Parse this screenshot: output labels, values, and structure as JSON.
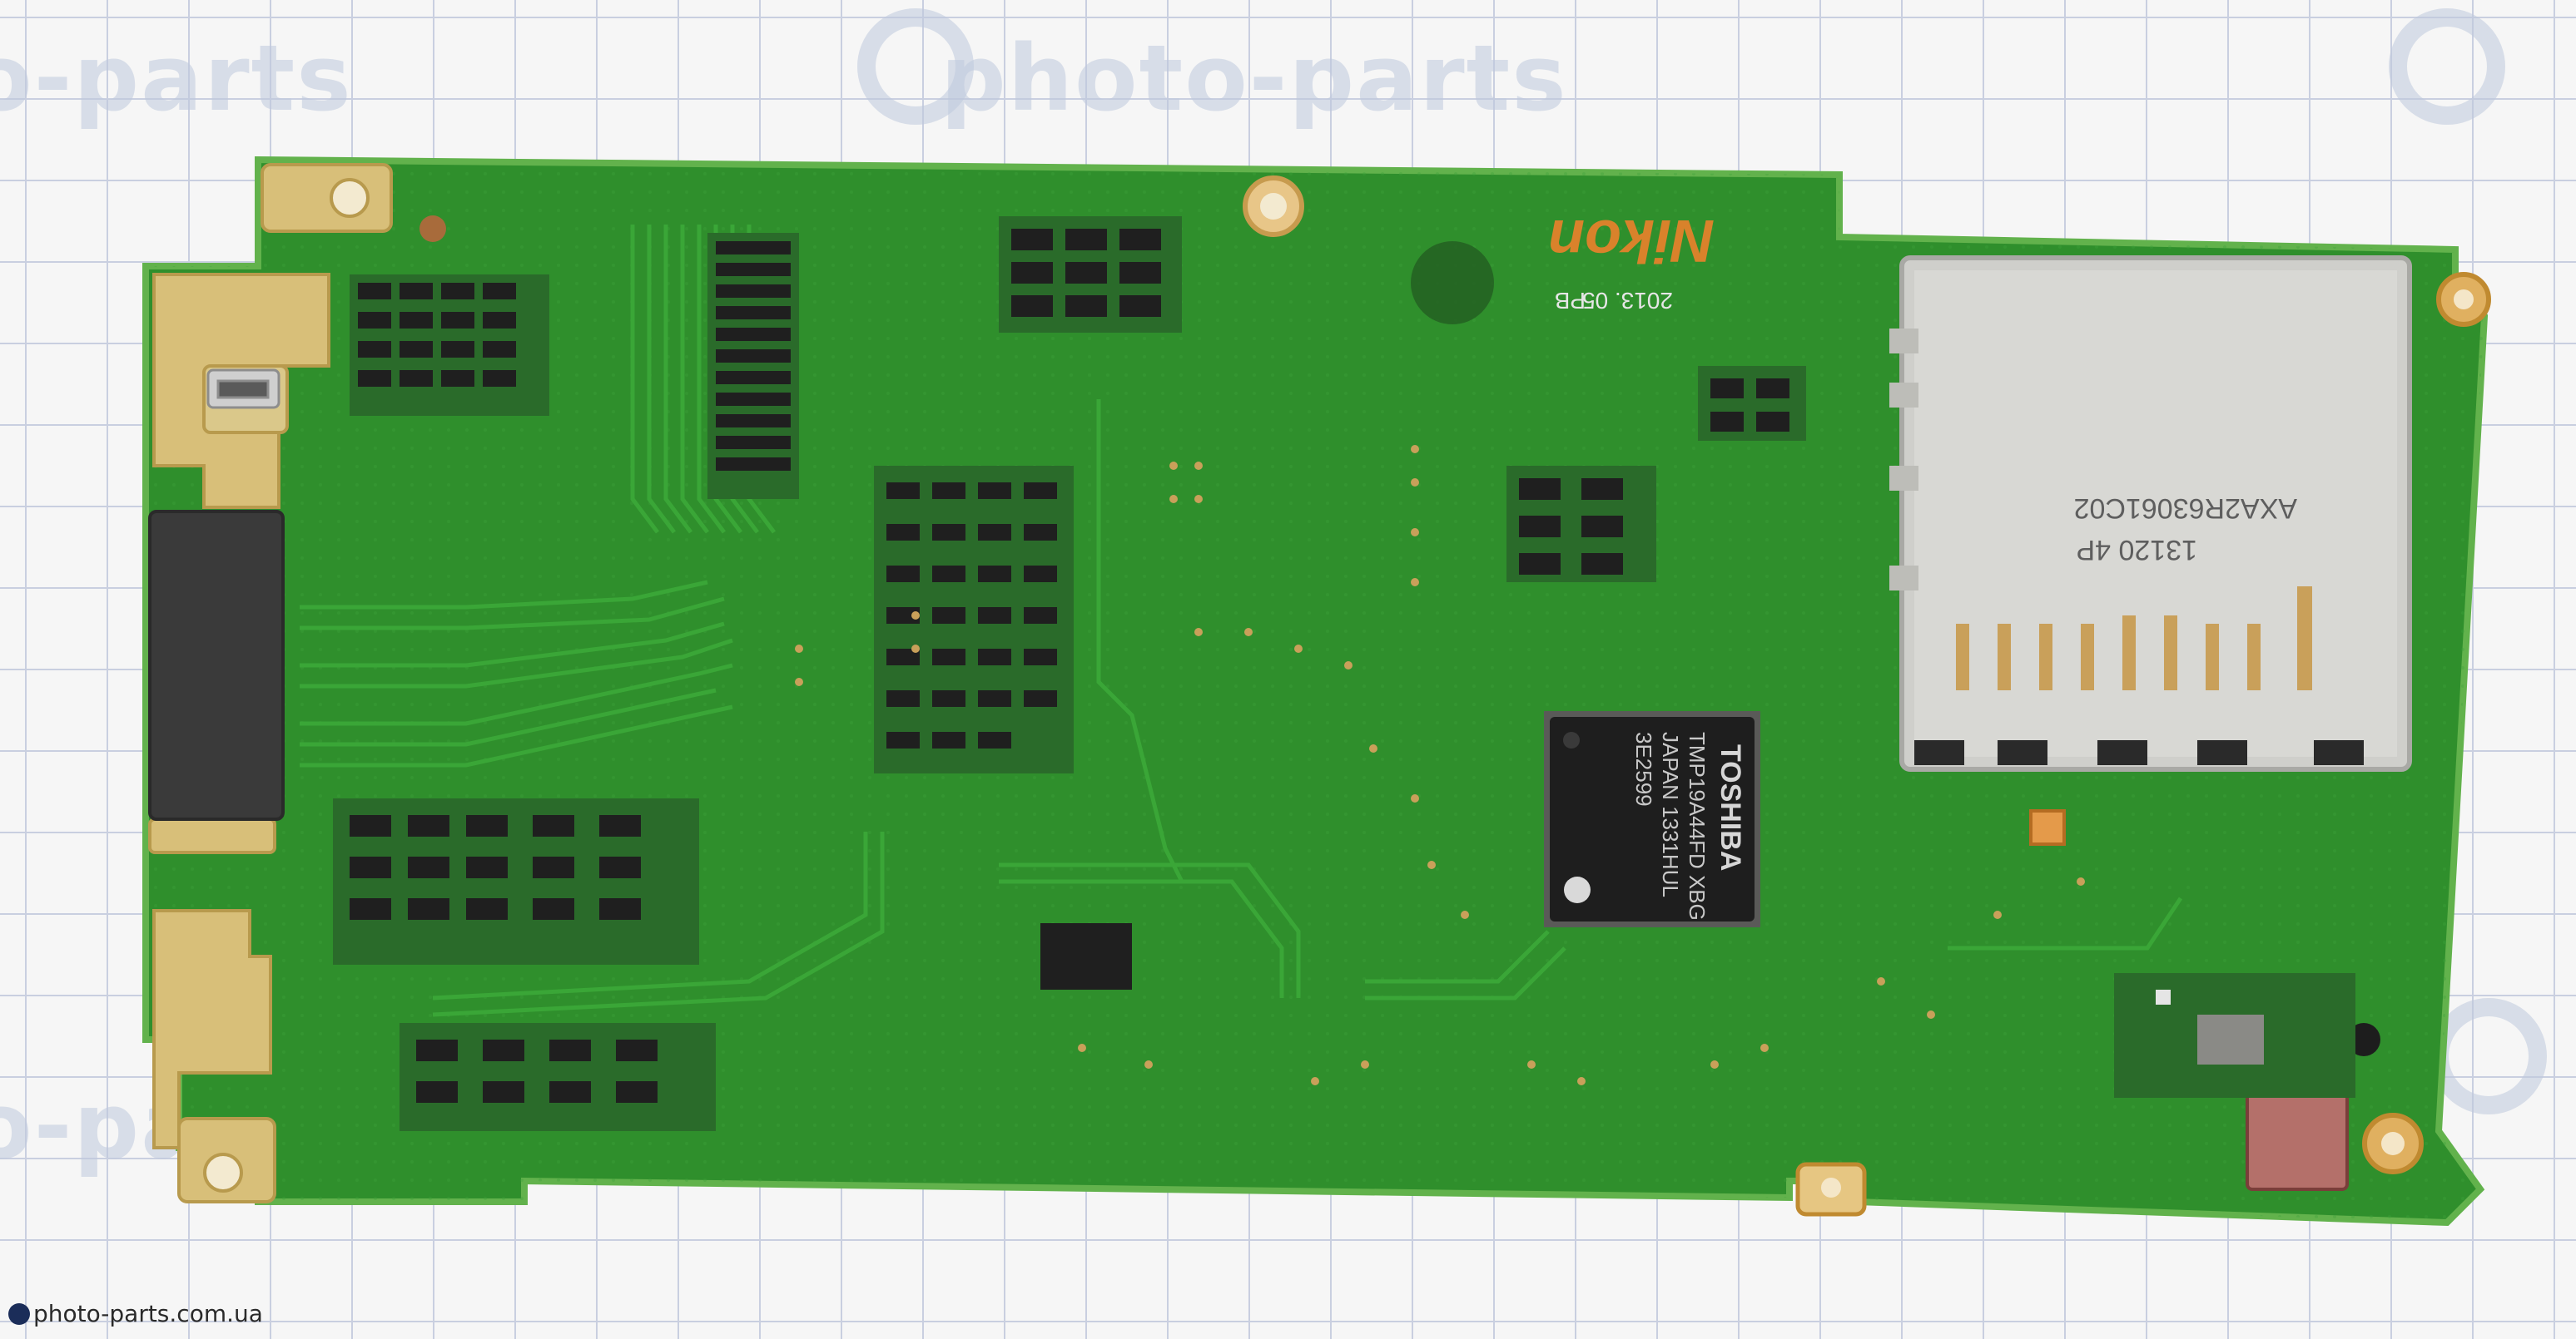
{
  "photo": {
    "watermark_text": "photo-parts",
    "footer_url": "photo-parts.com.ua"
  },
  "board": {
    "brand_marking": "Nikon",
    "date_marking": "2013. 05",
    "rev_marking": "PB"
  },
  "chip": {
    "line1": "TOSHIBA",
    "line2": "TMP19A44FD XBG",
    "line3": "JAPAN 1331HUL",
    "line4": "3E2599"
  },
  "card_slot": {
    "line1": "AXA2R63061C02",
    "line2": "13120 4P"
  },
  "colors": {
    "pcb_green": "#2f8f2c",
    "pcb_edge": "#4ea63f",
    "gold": "#d8b86a",
    "silver": "#c8c8c4",
    "chip": "#1e1e1e",
    "brand_orange": "#d9822b"
  }
}
